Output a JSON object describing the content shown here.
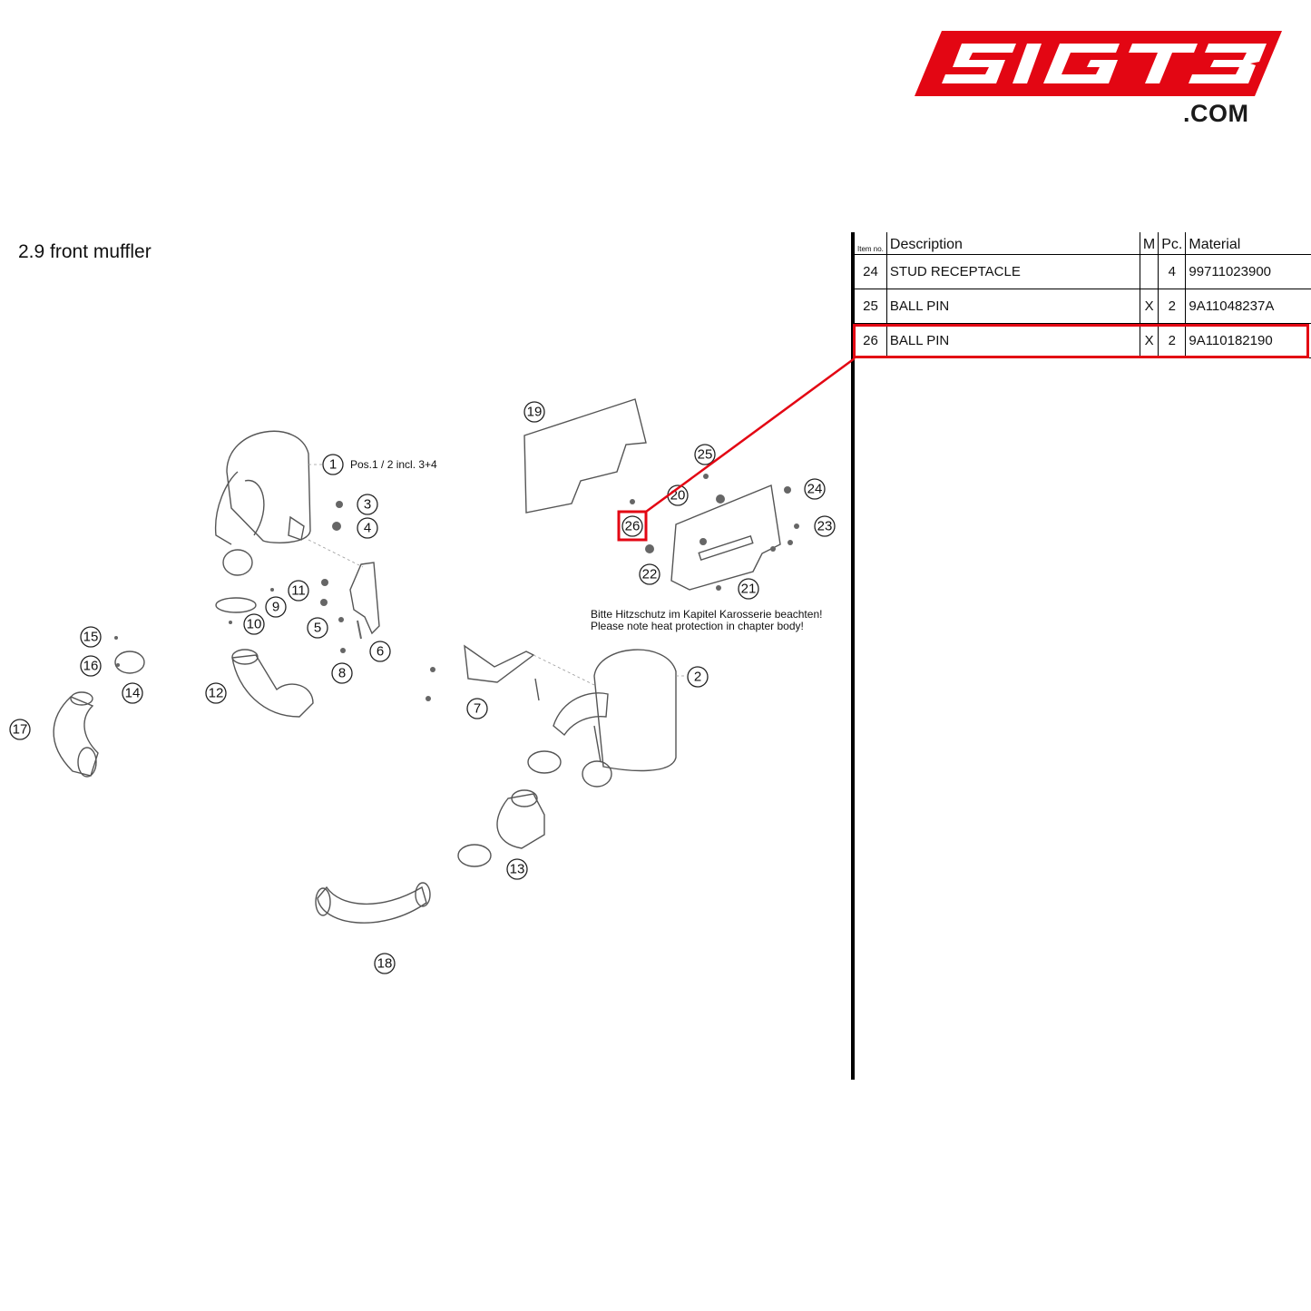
{
  "logo": {
    "brand": "SIGTB",
    "domain": ".COM",
    "color": "#e30613"
  },
  "page_title": "2.9  front muffler",
  "table": {
    "headers": {
      "item": "Item no.",
      "description": "Description",
      "m": "M",
      "pc": "Pc.",
      "material": "Material"
    },
    "rows": [
      {
        "item": "24",
        "description": "STUD RECEPTACLE",
        "m": "",
        "pc": "4",
        "material": "99711023900"
      },
      {
        "item": "25",
        "description": "BALL PIN",
        "m": "X",
        "pc": "2",
        "material": "9A11048237A"
      },
      {
        "item": "26",
        "description": "BALL PIN",
        "m": "X",
        "pc": "2",
        "material": "9A110182190"
      }
    ],
    "highlighted_item": "26",
    "highlight_color": "#e30613"
  },
  "diagram": {
    "note_1": "Pos.1 / 2 incl. 3+4",
    "note_de": "Bitte Hitzschutz im Kapitel Karosserie beachten!",
    "note_en": "Please note heat protection in chapter body!",
    "callouts": [
      "1",
      "2",
      "3",
      "4",
      "5",
      "6",
      "7",
      "8",
      "9",
      "10",
      "11",
      "12",
      "13",
      "14",
      "15",
      "16",
      "17",
      "18",
      "19",
      "20",
      "21",
      "22",
      "23",
      "24",
      "25",
      "26"
    ]
  }
}
